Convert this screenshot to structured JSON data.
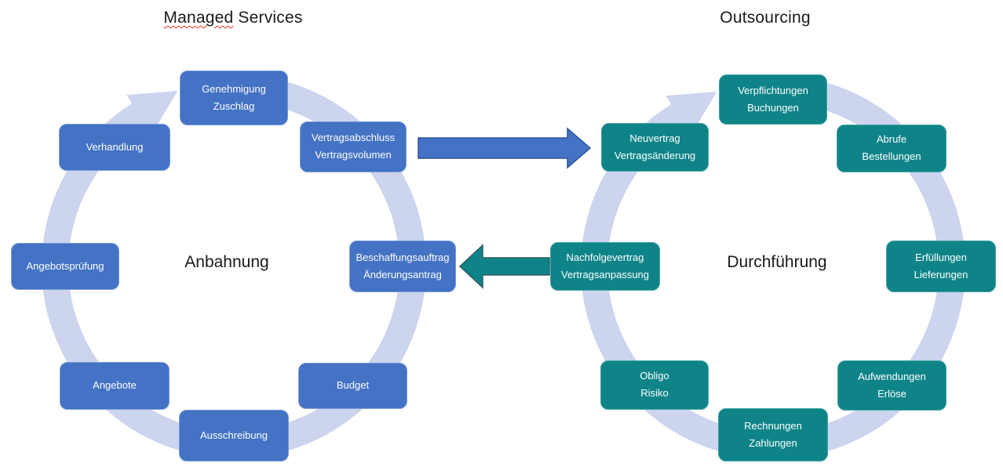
{
  "colors": {
    "managed_fill": "#4472C4",
    "managed_border": "#7A9BD8",
    "outsourcing_fill": "#0E8488",
    "outsourcing_border": "#45A3A6",
    "ring": "#CCD4EE",
    "arrow_blue_outline": "#2F5597",
    "arrow_teal_outline": "#2E5B63",
    "node_text": "#FFFFFF",
    "title_text": "#1A1A1A",
    "spellcheck_underline": "#E0341E"
  },
  "left_cycle": {
    "title_word_marked": "Managed",
    "title_word_rest": " Services",
    "center_label": "Anbahnung",
    "nodes": [
      {
        "lines": [
          "Genehmigung",
          "Zuschlag"
        ]
      },
      {
        "lines": [
          "Vertragsabschluss",
          "Vertragsvolumen"
        ]
      },
      {
        "lines": [
          "Beschaffungsauftrag",
          "Änderungsantrag"
        ]
      },
      {
        "lines": [
          "Budget"
        ]
      },
      {
        "lines": [
          "Ausschreibung"
        ]
      },
      {
        "lines": [
          "Angebote"
        ]
      },
      {
        "lines": [
          "Angebotsprüfung"
        ]
      },
      {
        "lines": [
          "Verhandlung"
        ]
      }
    ]
  },
  "right_cycle": {
    "title": "Outsourcing",
    "center_label": "Durchführung",
    "nodes": [
      {
        "lines": [
          "Verpflichtungen",
          "Buchungen"
        ]
      },
      {
        "lines": [
          "Abrufe",
          "Bestellungen"
        ]
      },
      {
        "lines": [
          "Erfüllungen",
          "Lieferungen"
        ]
      },
      {
        "lines": [
          "Aufwendungen",
          "Erlöse"
        ]
      },
      {
        "lines": [
          "Rechnungen",
          "Zahlungen"
        ]
      },
      {
        "lines": [
          "Obligo",
          "Risiko"
        ]
      },
      {
        "lines": [
          "Nachfolgevertrag",
          "Vertragsanpassung"
        ]
      },
      {
        "lines": [
          "Neuvertrag",
          "Vertragsänderung"
        ]
      }
    ]
  }
}
